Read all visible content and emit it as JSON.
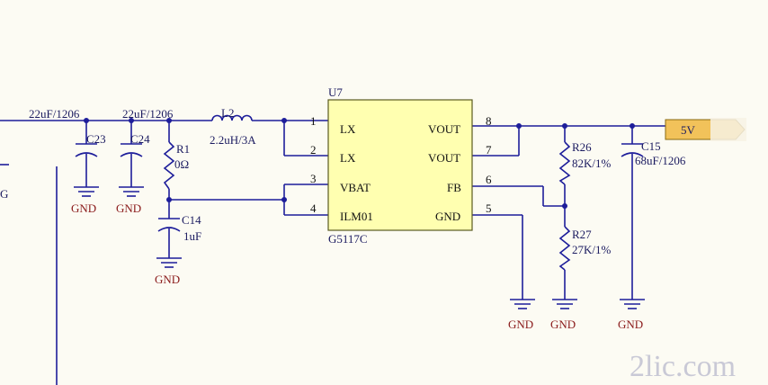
{
  "colors": {
    "background": "#fcfbf3",
    "wire": "#1d1d9a",
    "gnd_text": "#8a1a1a",
    "chip_fill": "#ffffb0",
    "port_fill": "#f2c25a"
  },
  "labels": {
    "cap_in1": "22uF/1206",
    "cap_in2": "22uF/1206",
    "c23": "C23",
    "c24": "C24",
    "r1": "R1",
    "r1_val": "0Ω",
    "l2": "L2",
    "l2_val": "2.2uH/3A",
    "c14": "C14",
    "c14_val": "1uF",
    "u7": "U7",
    "chip": "G5117C",
    "r26": "R26",
    "r26_val": "82K/1%",
    "r27": "R27",
    "r27_val": "27K/1%",
    "c15": "C15",
    "c15_val": "68uF/1206",
    "port": "5V",
    "left_g": "G"
  },
  "pins": {
    "p1_num": "1",
    "p1_name": "LX",
    "p2_num": "2",
    "p2_name": "LX",
    "p3_num": "3",
    "p3_name": "VBAT",
    "p4_num": "4",
    "p4_name": "ILM01",
    "p8_num": "8",
    "p8_name": "VOUT",
    "p7_num": "7",
    "p7_name": "VOUT",
    "p6_num": "6",
    "p6_name": "FB",
    "p5_num": "5",
    "p5_name": "GND"
  },
  "gnd": "GND",
  "watermark": "2lic.com"
}
